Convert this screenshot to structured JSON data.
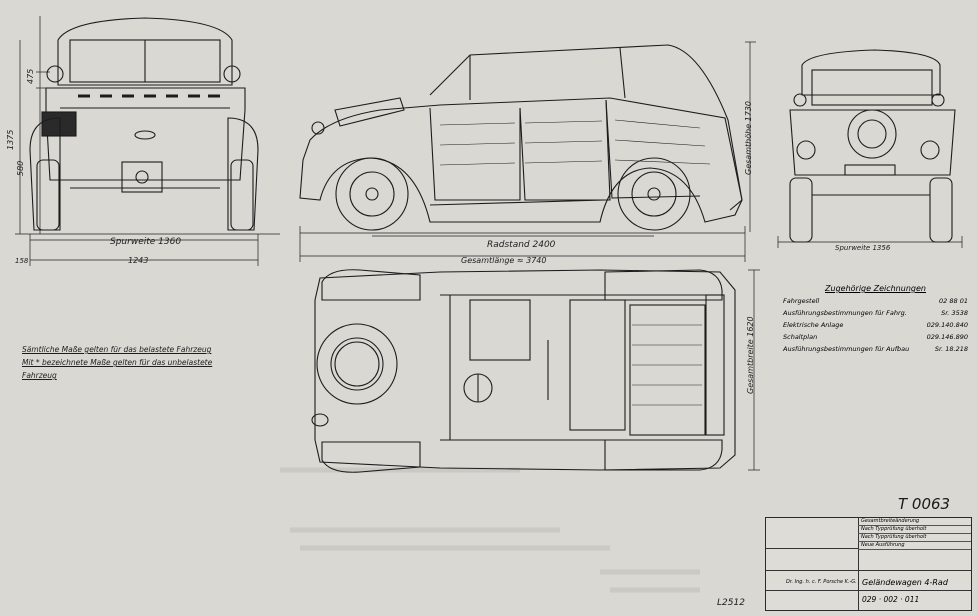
{
  "dims": {
    "track_front": "Spurweite 1360",
    "track_rear": "Spurweite 1356",
    "width_bottom": "1243",
    "wheelbase": "Radstand 2400",
    "overall_length": "Gesamtlänge ≈ 3740",
    "overall_height": "Gesamthöhe 1730",
    "overall_width": "Gesamtbreite 1620",
    "front_height": "1375",
    "front_475": "475",
    "front_580": "580",
    "front_158": "158"
  },
  "drawings": {
    "title": "Zugehörige Zeichnungen",
    "items": [
      {
        "label": "Fahrgestell",
        "value": "02 88 01"
      },
      {
        "label": "Ausführungsbestimmungen für Fahrg.",
        "value": "Sr. 3538"
      },
      {
        "label": "Elektrische Anlage",
        "value": "029.140.840"
      },
      {
        "label": "Schaltplan",
        "value": "029.146.890"
      },
      {
        "label": "Ausführungsbestimmungen für Aufbau",
        "value": "Sr. 18.218"
      }
    ]
  },
  "notes": [
    "Sämtliche Maße gelten für das belastete Fahrzeug",
    "Mit * bezeichnete Maße gelten für das unbelastete",
    "Fahrzeug"
  ],
  "title_block": {
    "revisions": [
      "Gesamtbreiteänderung",
      "Nach Typprüfung überholt",
      "Nach Typprüfung überholt",
      "Neue Ausführung"
    ],
    "maker": "Dr. Ing. h. c. F. Porsche K.-G.",
    "name": "Geländewagen 4-Rad",
    "number": "029 · 002 · 011"
  },
  "drawing_number": "T 0063",
  "sheet_code": "L2512"
}
